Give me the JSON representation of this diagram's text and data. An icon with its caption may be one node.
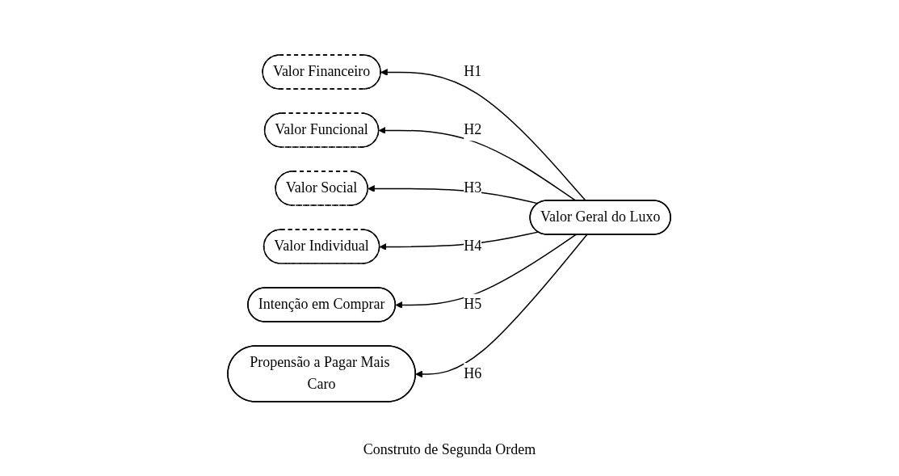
{
  "diagram": {
    "nodes": [
      {
        "text": [
          "Valor Financeiro"
        ]
      },
      {
        "text": [
          "Valor Funcional"
        ]
      },
      {
        "text": [
          "Valor Social"
        ]
      },
      {
        "text": [
          "Valor Individual"
        ]
      },
      {
        "text": [
          "Valor Geral do Luxo"
        ]
      },
      {
        "text": [
          "Intenção em Comprar"
        ]
      },
      {
        "text": [
          "Propensão a Pagar Mais Caro"
        ]
      }
    ],
    "edges": [
      {
        "from": 4,
        "to": 0,
        "arrow": "to",
        "label": "H1"
      },
      {
        "from": 4,
        "to": 1,
        "arrow": "to",
        "label": "H2"
      },
      {
        "from": 4,
        "to": 2,
        "arrow": "to",
        "label": "H3"
      },
      {
        "from": 4,
        "to": 3,
        "arrow": "to",
        "label": "H4"
      },
      {
        "from": 4,
        "to": 5,
        "arrow": "to",
        "label": "H5"
      },
      {
        "from": 4,
        "to": 6,
        "arrow": "to",
        "label": "H6"
      }
    ],
    "labels": [
      "Construto de Segunda Ordem"
    ]
  }
}
